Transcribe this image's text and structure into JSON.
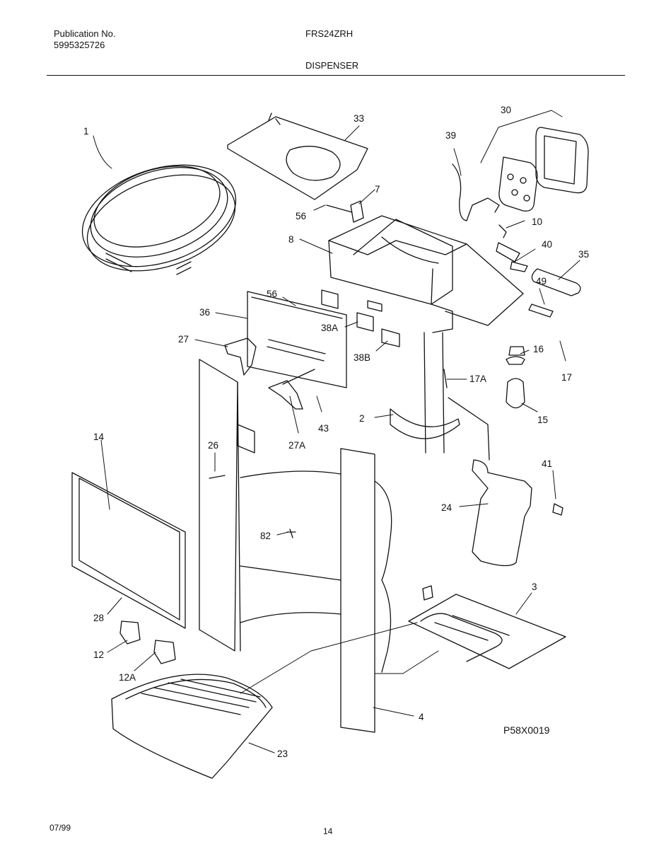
{
  "header": {
    "publication_label": "Publication No.",
    "publication_number": "5995325726",
    "model": "FRS24ZRH",
    "section_title": "DISPENSER"
  },
  "callouts": {
    "c1": "1",
    "c33": "33",
    "c30": "30",
    "c39": "39",
    "c7": "7",
    "c56a": "56",
    "c10": "10",
    "c8": "8",
    "c40": "40",
    "c35": "35",
    "c49": "49",
    "c56b": "56",
    "c36": "36",
    "c38a": "38A",
    "c27": "27",
    "c38b": "38B",
    "c16": "16",
    "c17": "17",
    "c17a": "17A",
    "c2": "2",
    "c43": "43",
    "c15": "15",
    "c14": "14",
    "c26": "26",
    "c27a": "27A",
    "c41": "41",
    "c24": "24",
    "c82": "82",
    "c3": "3",
    "c28": "28",
    "c12": "12",
    "c12a": "12A",
    "c4": "4",
    "c23": "23"
  },
  "drawing_code": "P58X0019",
  "footer": {
    "date": "07/99",
    "page": "14"
  }
}
